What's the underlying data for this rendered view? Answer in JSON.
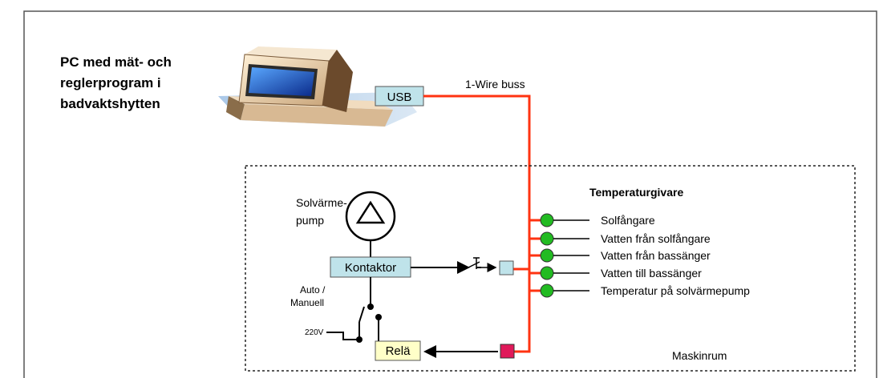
{
  "pc": {
    "label_lines": [
      "PC med mät- och",
      "reglerprogram i",
      "badvaktshytten"
    ],
    "usb_label": "USB"
  },
  "bus": {
    "label": "1-Wire buss"
  },
  "machine_room": {
    "label": "Maskinrum",
    "pump_label_lines": [
      "Solvärme-",
      "pump"
    ],
    "contactor_label": "Kontaktor",
    "auto_manual_lines": [
      "Auto /",
      "Manuell"
    ],
    "voltage_label": "220V",
    "relay_label": "Relä"
  },
  "sensors": {
    "title": "Temperaturgivare",
    "items": [
      "Solfångare",
      "Vatten från solfångare",
      "Vatten från bassänger",
      "Vatten till bassänger",
      "Temperatur på solvärmepump"
    ],
    "node_color": "#22bb22"
  },
  "colors": {
    "bus_wire": "#ff3311",
    "box_fill": "#bfe3ea",
    "relay_fill": "#ffffc8",
    "relay_node": "#e0195a"
  }
}
